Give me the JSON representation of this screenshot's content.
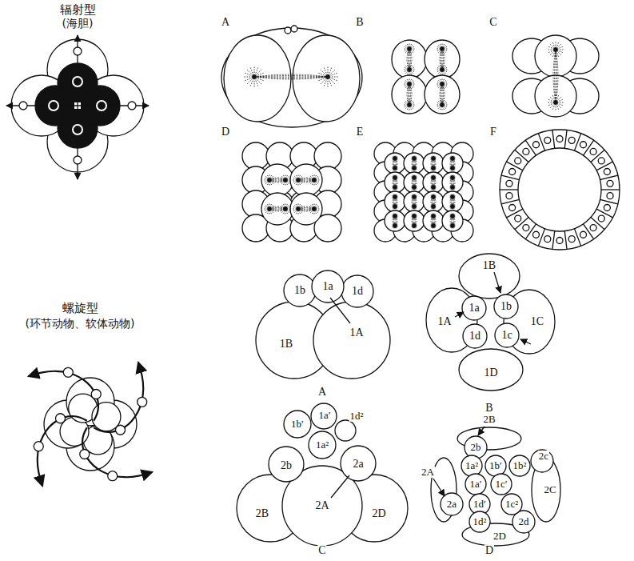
{
  "diagram": {
    "labels": [
      "辐射型",
      "(海胆)",
      "A",
      "B",
      "C",
      "D",
      "E",
      "F",
      "螺旋型",
      "(环节动物、软体动物)",
      "1b",
      "1a",
      "1d",
      "1B",
      "1A",
      "A",
      "1B",
      "1A",
      "1a",
      "1b",
      "1C",
      "1d",
      "1c",
      "1D",
      "B",
      "1b′",
      "1a′",
      "1d²",
      "1a²",
      "2b",
      "2a",
      "2B",
      "2A",
      "2D",
      "C",
      "2B",
      "2b",
      "1a²",
      "1b′",
      "1b²",
      "2c",
      "2A",
      "1a′",
      "1c′",
      "2C",
      "2a",
      "1d′",
      "1c²",
      "1d²",
      "2d",
      "2D",
      "D"
    ]
  }
}
